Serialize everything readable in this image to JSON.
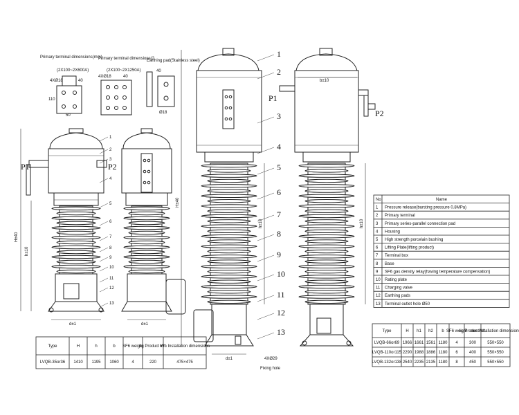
{
  "detail_views": {
    "primary_terminal_mm": "Primary terminal dimensions(mm)",
    "primary_terminal_other": "Primary terminal dimensions(2",
    "earthing_pad": "Earthing pad(Stainless steel)",
    "range_a": "(2X100~2X600A)",
    "range_b": "(2X100~2X1250A)",
    "dims": [
      "4XØ18",
      "40",
      "110",
      "50",
      "4XØ18",
      "40",
      "40",
      "Ø18"
    ]
  },
  "small_left_labels": {
    "p1": "P1",
    "p2": "P2",
    "H": "H±40",
    "h": "h±10",
    "d": "d±1",
    "e": "d±1",
    "callouts": [
      "1",
      "2",
      "3",
      "4",
      "5",
      "6",
      "7",
      "8",
      "9",
      "10",
      "11",
      "12",
      "13"
    ]
  },
  "large_right_labels": {
    "p1": "P1",
    "p2": "P2",
    "H": "H±40",
    "h": "h±10",
    "b": "b±10",
    "d": "d±1",
    "fix_dim": "4XØ29",
    "fix_label": "Fixing hole",
    "callouts": [
      "1",
      "2",
      "3",
      "4",
      "5",
      "6",
      "7",
      "8",
      "9",
      "10",
      "11",
      "12",
      "13"
    ]
  },
  "parts_table": {
    "header": [
      "No",
      "Name"
    ],
    "rows": [
      [
        "1",
        "Pressure release(bursting pressure 0.8MPa)"
      ],
      [
        "2",
        "Primary terminal"
      ],
      [
        "3",
        "Primary series-parallel connection pad"
      ],
      [
        "4",
        "Housing"
      ],
      [
        "5",
        "High strength porcelain bushing"
      ],
      [
        "6",
        "Lifting Plate(lifting product)"
      ],
      [
        "7",
        "Terminal box"
      ],
      [
        "8",
        "Base"
      ],
      [
        "9",
        "SF6 gas density relay(having temperature compensation)"
      ],
      [
        "10",
        "Rating plate"
      ],
      [
        "11",
        "Charging valve"
      ],
      [
        "12",
        "Earthing pads"
      ],
      [
        "13",
        "Terminal outlet hole Ø50"
      ]
    ]
  },
  "spec_table_small": {
    "header": [
      "Type",
      "H",
      "h",
      "b",
      "SF6 weight",
      "kg Product Wt.",
      "mm Installation dimensions"
    ],
    "rows": [
      [
        "LVQB-35or36",
        "1410",
        "1195",
        "1060",
        "4",
        "220",
        "475×475"
      ]
    ]
  },
  "spec_table_large": {
    "header": [
      "Type",
      "H",
      "h1",
      "h2",
      "b",
      "SF6 weight",
      "kg Product Wt.",
      "mm Installation dimensions"
    ],
    "rows": [
      [
        "LVQB-66or69",
        "1966",
        "1661",
        "1561",
        "1180",
        "4",
        "300",
        "550×550"
      ],
      [
        "LVQB-110or115",
        "2290",
        "1988",
        "1886",
        "1180",
        "6",
        "400",
        "550×550"
      ],
      [
        "LVQB-132or138",
        "2540",
        "2235",
        "2135",
        "1180",
        "8",
        "450",
        "550×550"
      ]
    ]
  }
}
